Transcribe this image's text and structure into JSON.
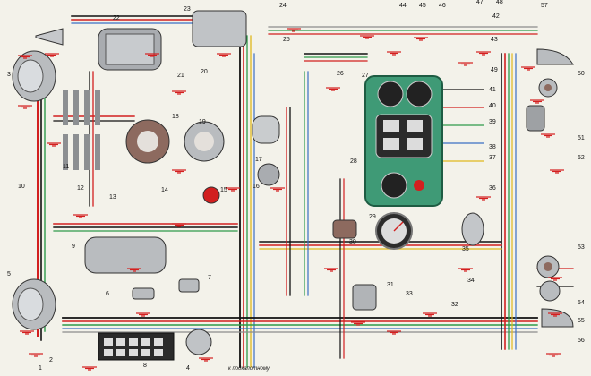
{
  "diagram": {
    "caption": "к подкапотному",
    "labels": [
      "1",
      "2",
      "3",
      "4",
      "5",
      "6",
      "7",
      "8",
      "9",
      "10",
      "11",
      "12",
      "13",
      "14",
      "15",
      "16",
      "17",
      "18",
      "19",
      "20",
      "21",
      "22",
      "23",
      "24",
      "25",
      "26",
      "27",
      "28",
      "29",
      "30",
      "31",
      "32",
      "33",
      "34",
      "35",
      "36",
      "37",
      "38",
      "39",
      "40",
      "41",
      "42",
      "43",
      "44",
      "45",
      "46",
      "47",
      "48",
      "49",
      "50",
      "51",
      "52",
      "53",
      "54",
      "55",
      "56",
      "57"
    ],
    "colors": {
      "background": "#f3f2ea",
      "red_wire": "#d21f1f",
      "black_wire": "#111111",
      "green_wire": "#2e9a4a",
      "blue_wire": "#3a6fc4",
      "yellow_wire": "#e0b81d",
      "gray_wire": "#8c8c8c",
      "panel_green": "#3f9a76",
      "ground_red": "#d41f1f",
      "component_gray": "#b9bcbf"
    }
  }
}
